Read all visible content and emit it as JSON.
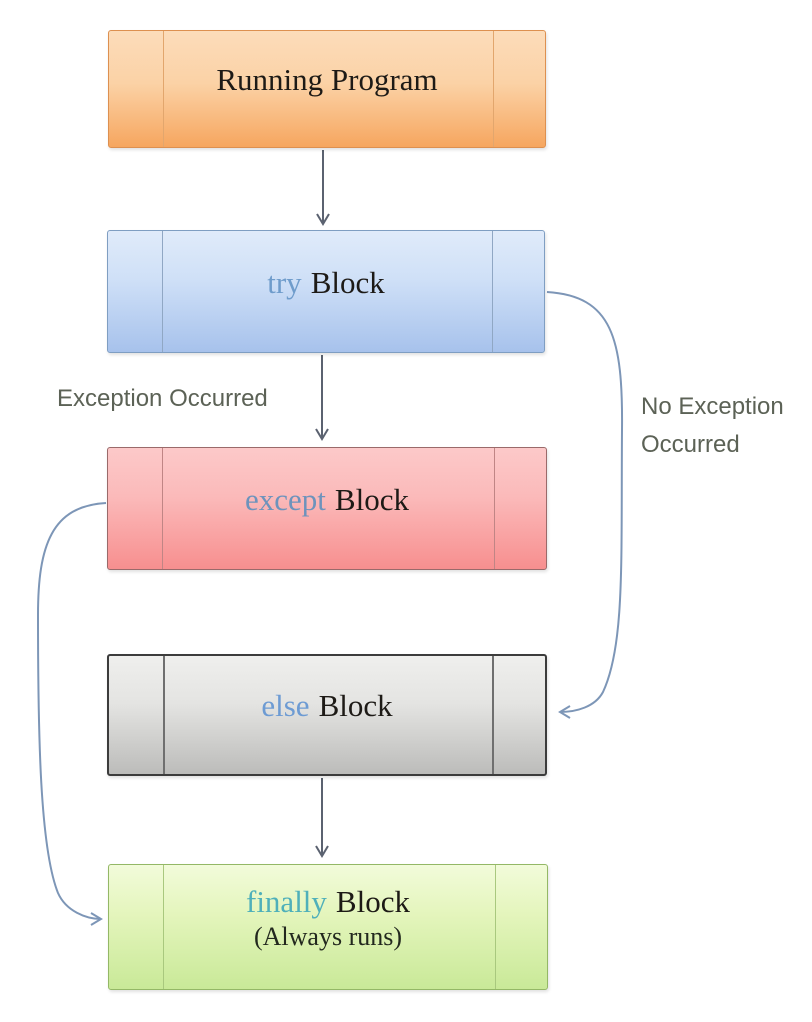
{
  "nodes": {
    "running": {
      "label": "Running Program"
    },
    "try": {
      "keyword": "try",
      "suffix": "Block"
    },
    "except": {
      "keyword": "except",
      "suffix": "Block"
    },
    "else": {
      "keyword": "else",
      "suffix": "Block"
    },
    "finally": {
      "keyword": "finally",
      "suffix": "Block",
      "note": "(Always runs)"
    }
  },
  "edge_labels": {
    "exception": "Exception Occurred",
    "no_exception_line1": "No Exception",
    "no_exception_line2": "Occurred"
  },
  "colors": {
    "running_fill_top": "#fcdcba",
    "running_fill_bottom": "#f6a65f",
    "running_border": "#dd9050",
    "try_fill_top": "#e0ebfa",
    "try_fill_bottom": "#a7c2ec",
    "try_border": "#7f9ec2",
    "except_fill_top": "#fcc9c9",
    "except_fill_bottom": "#f78f8f",
    "except_border": "#9a6a6a",
    "else_fill_top": "#efefed",
    "else_fill_bottom": "#bcbcba",
    "else_border": "#3c3c3c",
    "finally_fill_top": "#f2fbda",
    "finally_fill_bottom": "#c9e998",
    "finally_border": "#94b866",
    "keyword_try": "#6f9ccb",
    "keyword_except": "#6d93bc",
    "keyword_else": "#6d9bd3",
    "keyword_finally": "#4fb0ba",
    "straight_arrow": "#5b6270",
    "curved_arrow": "#7d96b7",
    "label_text": "#5c6256"
  }
}
